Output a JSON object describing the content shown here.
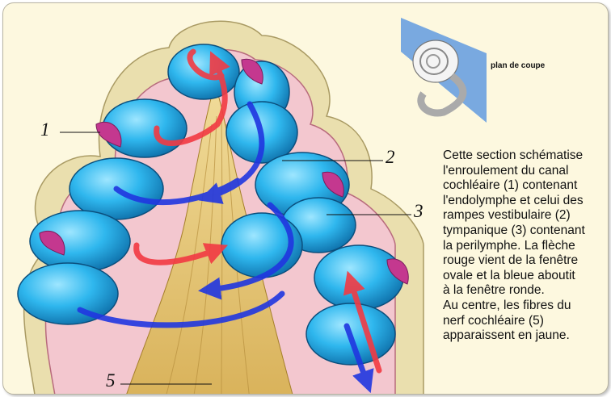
{
  "diagram": {
    "plan_label": "plan de coupe",
    "caption": "Cette section schématise\nl'enroulement du canal\ncochléaire (1) contenant\nl'endolymphe et celui des\nrampes vestibulaire (2)\ntympanique (3) contenant\nla perilymphe. La flèche\nrouge vient de la fenêtre\novale et la bleue aboutit\nà  la fenêtre ronde.\nAu centre, les fibres du\nnerf cochléaire (5)\napparaissent en jaune.",
    "labels": [
      "1",
      "2",
      "3",
      "5"
    ]
  },
  "colors": {
    "background": "#fdf8df",
    "outer_wall": "#eadfae",
    "wall_pink": "#e8a3b5",
    "canal_blue": "#2fb7ee",
    "duct_magenta": "#c4388f",
    "nerve_yellow": "#e5c46a",
    "arrow_red": "#f23a43",
    "arrow_blue": "#2036e0"
  }
}
